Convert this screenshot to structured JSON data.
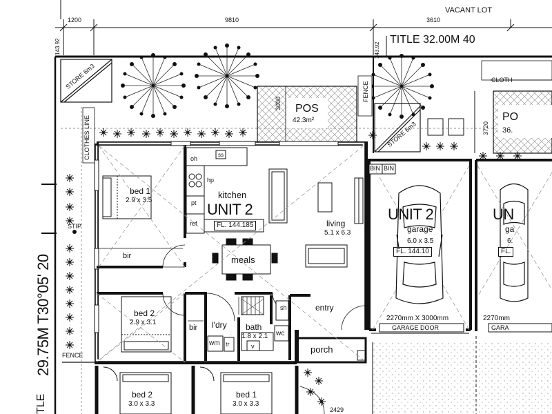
{
  "header": {
    "vacant_lot": "VACANT LOT",
    "title": "TITLE  32.00M  40",
    "dims": {
      "d1200": "1200",
      "d9810": "9810",
      "d3610": "3610"
    },
    "angles": [
      "143.92",
      "143.92"
    ]
  },
  "external": {
    "store_left": "STORE 6m3",
    "store_right": "STORE 6m3",
    "clothes_line_left": "CLOTHES LINE",
    "clothes_right": "CLOTH",
    "stip": "STIP",
    "fence_left": "FENCE",
    "fence_mid": "FENCE",
    "side_dim": "29.75M  T30°05' 20",
    "side_dim_bottom": "TLE",
    "bottom_dim": "2429"
  },
  "pos_left": {
    "label": "POS",
    "area": "42.3m²",
    "dim": "3000"
  },
  "pos_right": {
    "label": "PO",
    "area": "36.",
    "dim": "3720"
  },
  "unit2": {
    "kitchen_label": "kitchen",
    "unit_title": "UNIT 2",
    "floor_level": "FL.  144.185",
    "living_label": "living",
    "living_dim": "5.1 x 6.3",
    "meals_label": "meals",
    "bed1_label": "bed 1",
    "bed1_dim": "2.9 x 3.5",
    "bed2_label": "bed 2",
    "bed2_dim": "2.9 x 3.1",
    "bir1": "bir",
    "bir2": "bir",
    "laundry": "l'dry",
    "bath": "bath",
    "bath_dim": "1.8 x 2.1",
    "wc": "wc",
    "wm": "wm",
    "tr": "tr",
    "v": "v",
    "sh": "sh",
    "entry": "entry",
    "porch": "porch",
    "oh": "oh",
    "hp": "hp",
    "pt": "pt",
    "ref": "ref",
    "ss": "ss"
  },
  "garage": {
    "bin1": "BIN",
    "bin2": "BIN",
    "unit_title": "UNIT 2",
    "label": "garage",
    "dim": "6.0 x 3.5",
    "floor_level": "FL.    144.10",
    "door_size": "2270mm X 3000mm",
    "door_label": "GARAGE DOOR"
  },
  "neighbor_right": {
    "unit_title": "UN",
    "label": "ga",
    "dim": "6.",
    "floor_level": "FL.",
    "door_size": "2270mm",
    "door_label": "GARA"
  },
  "lower_units": {
    "bed2_label": "bed 2",
    "bed2_dim": "3.0 x 3.3",
    "bed1_label": "bed 1",
    "bed1_dim": "3.0 x 3.3"
  }
}
